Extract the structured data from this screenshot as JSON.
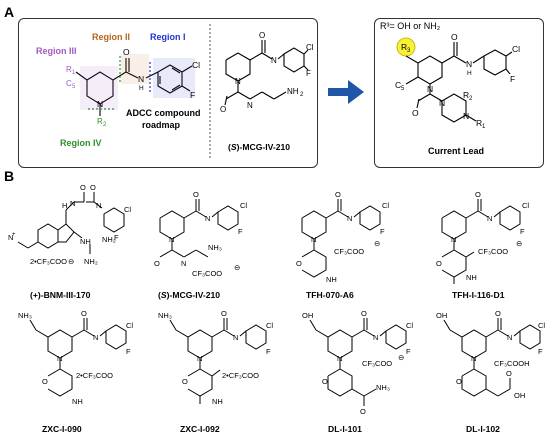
{
  "panel_a": {
    "letter": "A",
    "roadmap": {
      "region_i": "Region I",
      "region_ii": "Region II",
      "region_iii": "Region III",
      "region_iv": "Region IV",
      "caption_line1": "ADCC compound",
      "caption_line2": "roadmap",
      "atom_r1": "R",
      "atom_r1_sub": "1",
      "atom_r2": "R",
      "atom_r2_sub": "2",
      "atom_c5": "C",
      "atom_c5_sub": "5",
      "atom_cl": "Cl",
      "atom_f": "F",
      "atom_h": "H",
      "atom_n": "N",
      "atom_o": "O"
    },
    "mcg": {
      "name_prefix": "(",
      "name_s": "S",
      "name_suffix": ")-MCG-IV-210",
      "atom_cl": "Cl",
      "atom_f": "F",
      "atom_n": "N",
      "atom_o": "O",
      "atom_h": "H",
      "atom_nh2": "NH",
      "atom_nh2_sub": "2"
    },
    "lead": {
      "r3_note": "R³= OH or NH₂",
      "atom_r3": "R",
      "atom_r3_sub": "3",
      "atom_c5": "C",
      "atom_c5_sub": "5",
      "atom_r1": "R",
      "atom_r1_sub": "1",
      "atom_r2": "R",
      "atom_r2_sub": "2",
      "atom_cl": "Cl",
      "atom_f": "F",
      "atom_n": "N",
      "atom_o": "O",
      "atom_h": "H",
      "title": "Current Lead"
    },
    "colors": {
      "region_i": "#2233cc",
      "region_ii": "#b5651d",
      "region_iii": "#a15bc4",
      "region_iv": "#2f8f2f",
      "arrow": "#1f56a8",
      "highlight": "#f7f233"
    }
  },
  "panel_b": {
    "letter": "B",
    "compounds": [
      {
        "name": "(+)-BNM-III-170",
        "salt": "2•CF₃COO"
      },
      {
        "name_prefix": "(",
        "name_s": "S",
        "name_suffix": ")-MCG-IV-210",
        "salt": "CF₃COO",
        "nh3": "NH₃"
      },
      {
        "name": "TFH-070-A6",
        "salt": "CF₃COO"
      },
      {
        "name": "TFH-I-116-D1",
        "salt": "CF₃COO"
      },
      {
        "name": "ZXC-I-090",
        "salt": "2•CF₃COO",
        "nh3": "NH₃"
      },
      {
        "name": "ZXC-I-092",
        "salt": "2•CF₃COO",
        "nh3": "NH₃"
      },
      {
        "name": "DL-I-101",
        "salt": "CF₃COO",
        "nh3": "NH₃"
      },
      {
        "name": "DL-I-102",
        "salt": "CF₃COOH"
      }
    ],
    "atoms": {
      "cl": "Cl",
      "f": "F",
      "n": "N",
      "o": "O",
      "h": "H",
      "oh": "OH",
      "nh": "NH",
      "nh2": "NH₂",
      "nh3": "NH₃",
      "h2n": "H₂N",
      "minus": "⊖",
      "plus": "+"
    }
  }
}
